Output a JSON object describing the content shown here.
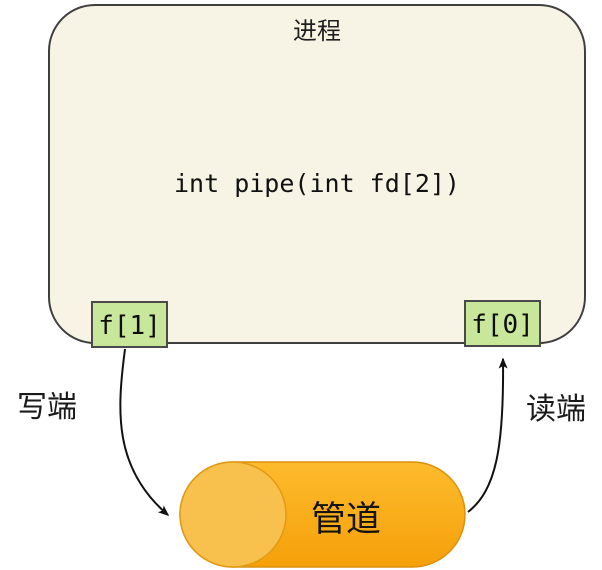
{
  "diagram": {
    "process": {
      "title": "进程",
      "code": "int pipe(int fd[2])",
      "fd_write_label": "f[1]",
      "fd_read_label": "f[0]"
    },
    "labels": {
      "write_end": "写端",
      "read_end": "读端"
    },
    "pipe": {
      "label": "管道"
    },
    "colors": {
      "process_fill": "#F7F3E5",
      "process_border": "#3F3F3F",
      "fd_fill": "#C9E79B",
      "fd_border": "#4A4A4A",
      "pipe_top": "#FDBB2D",
      "pipe_bottom": "#F5A009",
      "pipe_cap": "#F8C04C",
      "pipe_outline": "#DC900D",
      "arrow": "#111111"
    }
  }
}
